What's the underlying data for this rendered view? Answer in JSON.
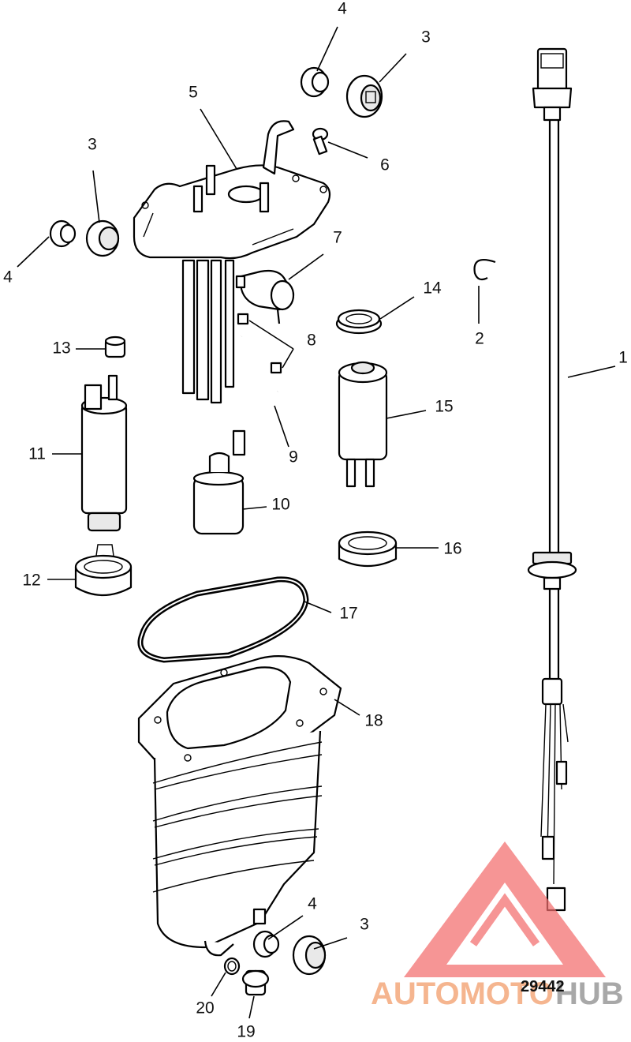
{
  "callouts": {
    "c1": "1",
    "c2": "2",
    "c3a": "3",
    "c3b": "3",
    "c3c": "3",
    "c4a": "4",
    "c4b": "4",
    "c4c": "4",
    "c5": "5",
    "c6": "6",
    "c7": "7",
    "c8": "8",
    "c9": "9",
    "c10": "10",
    "c11": "11",
    "c12": "12",
    "c13": "13",
    "c14": "14",
    "c15": "15",
    "c16": "16",
    "c17": "17",
    "c18": "18",
    "c19": "19",
    "c20": "20"
  },
  "reference_number": "29442",
  "watermark": {
    "text_left": "AUTOMOTO",
    "text_right": "HUB",
    "color_left": "#f4a97c",
    "color_right": "#9a9a9a",
    "triangle_color": "#f26d6d"
  }
}
